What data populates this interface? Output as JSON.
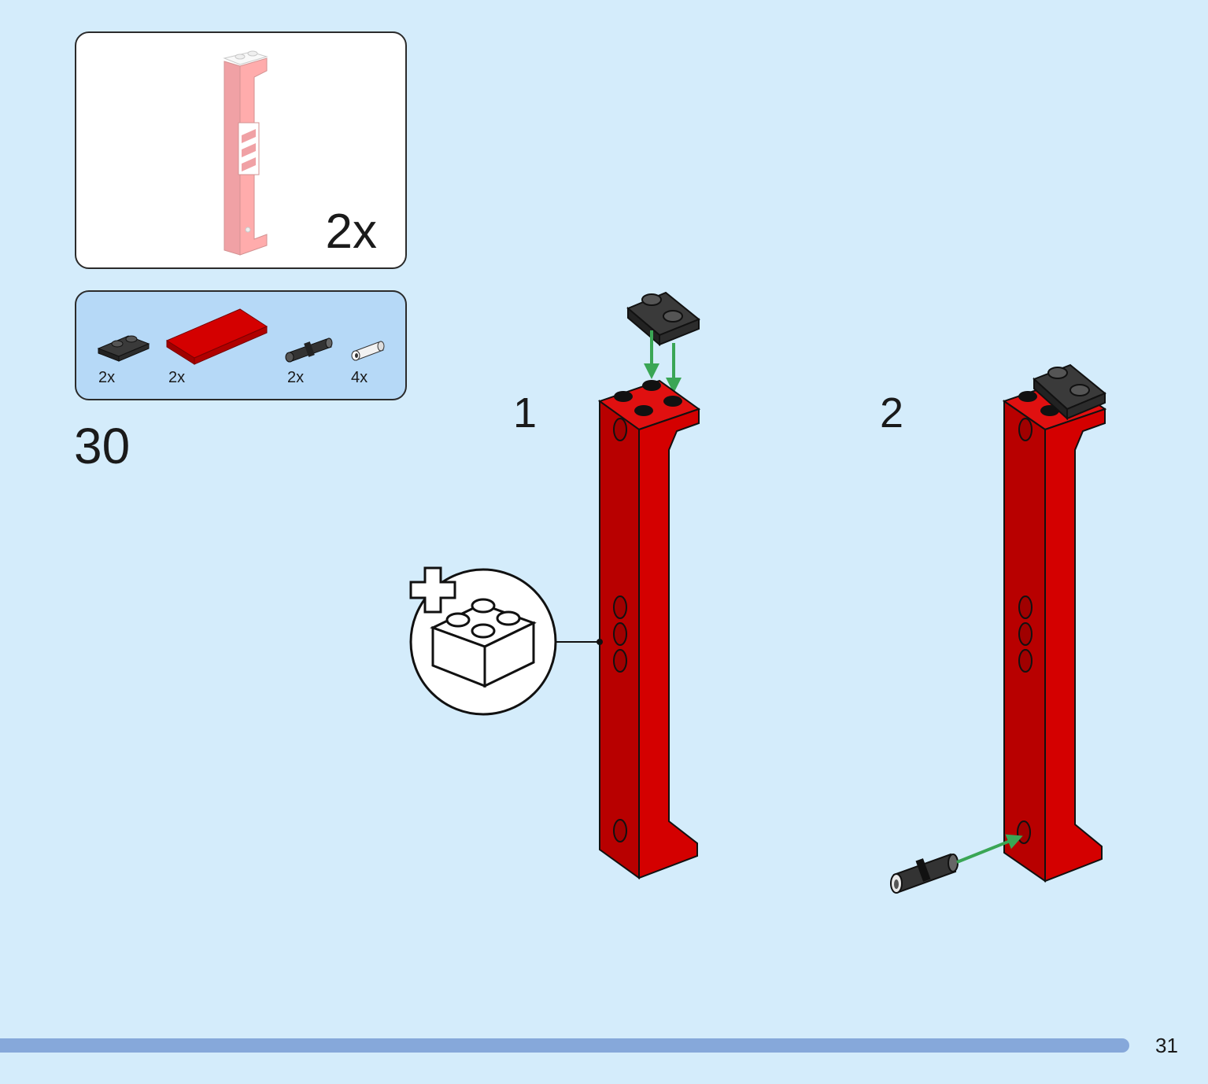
{
  "sub_assembly": {
    "multiplier": "2x"
  },
  "parts_list": [
    {
      "name": "black-plate-1x2",
      "qty": "2x"
    },
    {
      "name": "red-tile-2x4",
      "qty": "2x"
    },
    {
      "name": "black-technic-pin",
      "qty": "2x"
    },
    {
      "name": "light-gray-pin",
      "qty": "4x"
    }
  ],
  "step": {
    "number": "30"
  },
  "substeps": [
    {
      "number": "1"
    },
    {
      "number": "2"
    }
  ],
  "callout": {
    "icon": "new-brick-icon"
  },
  "footer": {
    "page_number": "31"
  },
  "colors": {
    "background": "#d4ecfb",
    "parts_panel": "#b6d9f7",
    "brick_red": "#d40000",
    "arrow_green": "#3aa655",
    "progress_bar": "#86a8da"
  }
}
